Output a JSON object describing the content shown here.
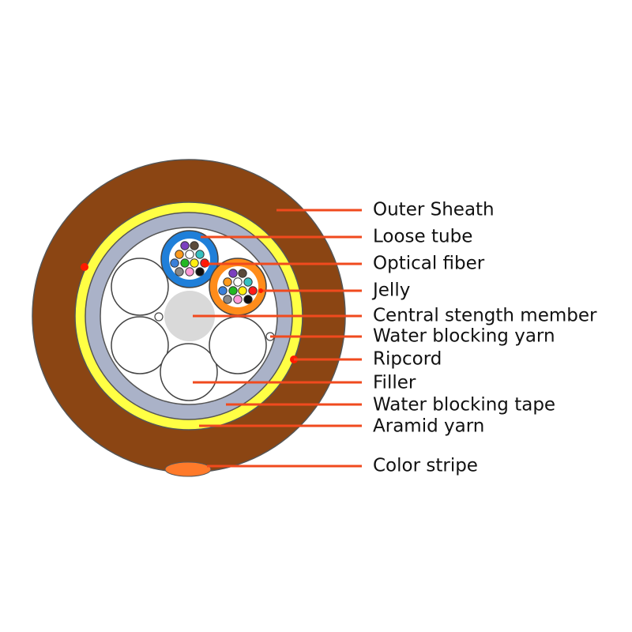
{
  "labels": {
    "outer_sheath": "Outer Sheath",
    "loose_tube": "Loose tube",
    "optical_fiber": "Optical fiber",
    "jelly": "Jelly",
    "central_strength_member": "Central stength member",
    "water_blocking_yarn": "Water blocking yarn",
    "ripcord": "Ripcord",
    "filler": "Filler",
    "water_blocking_tape": "Water blocking tape",
    "aramid_yarn": "Aramid yarn",
    "color_stripe": "Color stripe"
  },
  "colors": {
    "outer_sheath": "#8b4513",
    "aramid_yarn": "#ffff44",
    "water_blocking_tape": "#aab2c8",
    "core": "#ffffff",
    "central_strength_member": "#d9d9d9",
    "loose_tube_a": "#1f7fd9",
    "loose_tube_b": "#ff8c1a",
    "leader_line": "#f04a1e",
    "ripcord": "#ff1a00",
    "color_stripe": "#ff7a2a"
  },
  "fiber_colors": [
    "#7b3fbf",
    "#5a4a3a",
    "#ff9a1a",
    "#ffffff",
    "#35c0c0",
    "#3a80d9",
    "#22b822",
    "#ffee11",
    "#ff1a1a",
    "#888888",
    "#ff9ad9",
    "#111111"
  ]
}
